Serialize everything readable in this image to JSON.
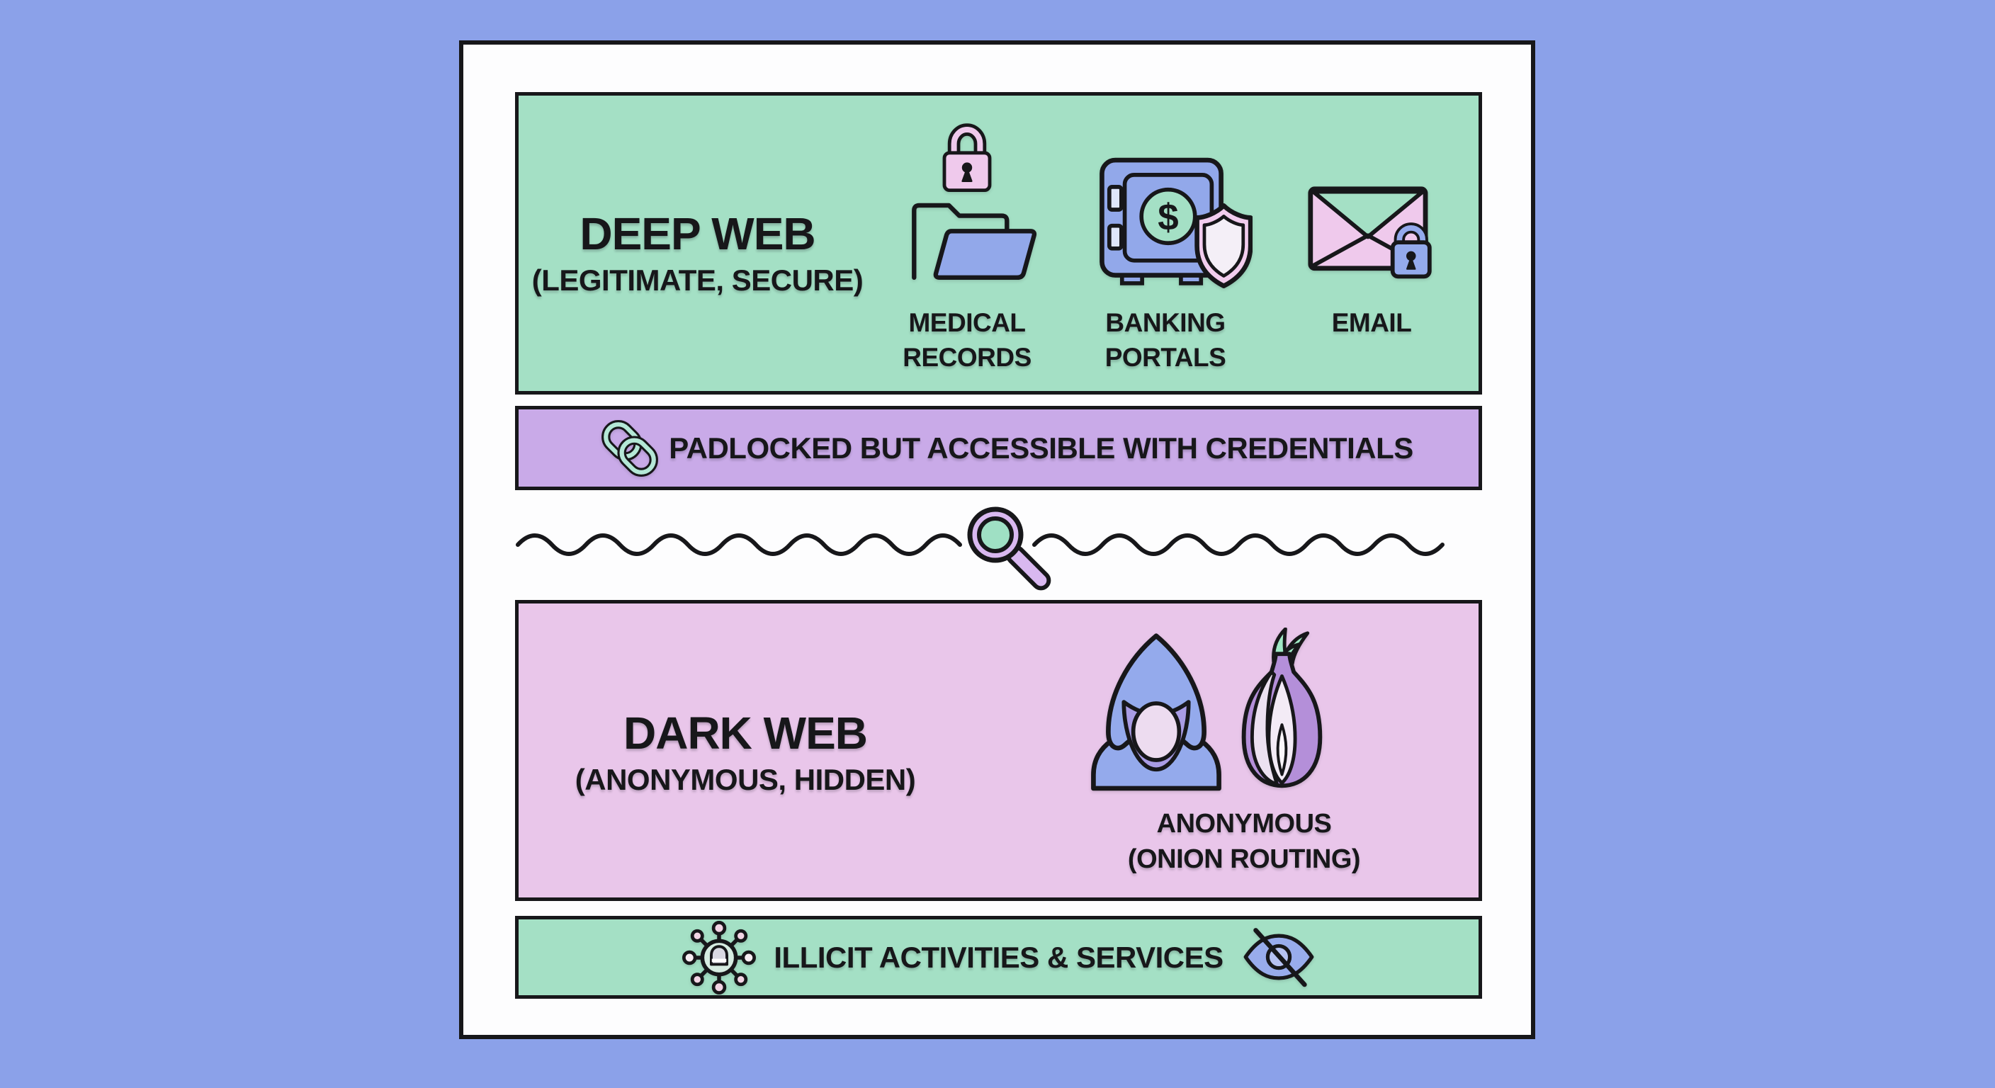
{
  "colors": {
    "page-bg": "#8ba1e9",
    "card-bg": "#fdfdfe",
    "outline": "#17171a",
    "mint": "#a4e0c5",
    "lavender": "#c9aae8",
    "orchid": "#e9c6ea",
    "icon-blue": "#92a8ea",
    "icon-pink": "#efc9ec",
    "text": "#17171a"
  },
  "deep_web": {
    "title": "DEEP WEB",
    "subtitle": "(LEGITIMATE, SECURE)",
    "items": [
      {
        "icon": "padlock-folder-icon",
        "label_line1": "MEDICAL",
        "label_line2": "RECORDS"
      },
      {
        "icon": "safe-shield-icon",
        "label_line1": "BANKING",
        "label_line2": "PORTALS"
      },
      {
        "icon": "envelope-lock-icon",
        "label_line1": "EMAIL",
        "label_line2": ""
      }
    ],
    "banner": {
      "icon": "chain-link-icon",
      "text": "PADLOCKED BUT ACCESSIBLE WITH CREDENTIALS"
    }
  },
  "divider": {
    "icon": "magnifier-icon"
  },
  "dark_web": {
    "title": "DARK WEB",
    "subtitle": "(ANONYMOUS, HIDDEN)",
    "items": [
      {
        "icons": [
          "hooded-figure-icon",
          "onion-icon"
        ],
        "label_line1": "ANONYMOUS",
        "label_line2": "(ONION ROUTING)"
      }
    ],
    "banner": {
      "icon_left": "botnet-icon",
      "text": "ILLICIT ACTIVITIES & SERVICES",
      "icon_right": "eye-slash-icon"
    }
  }
}
